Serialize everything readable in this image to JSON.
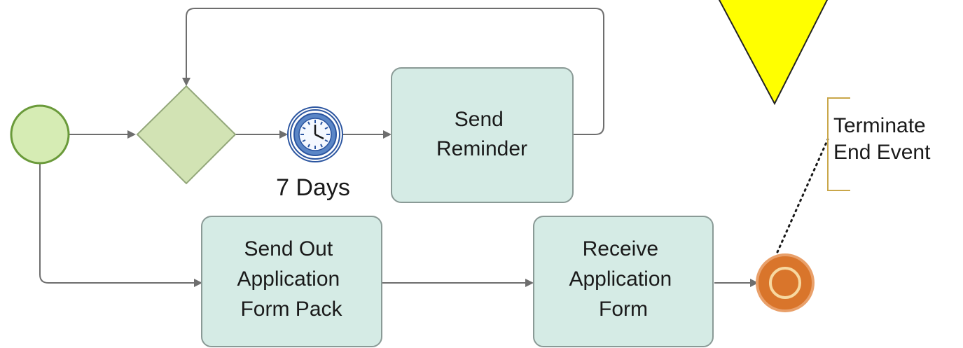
{
  "diagram": {
    "tasks": {
      "send_reminder": {
        "lines": [
          "Send",
          "Reminder"
        ]
      },
      "send_out_pack": {
        "lines": [
          "Send Out",
          "Application",
          "Form Pack"
        ]
      },
      "receive_form": {
        "lines": [
          "Receive",
          "Application",
          "Form"
        ]
      }
    },
    "timer": {
      "label": "7 Days",
      "icon": "clock-icon"
    },
    "annotation": {
      "lines": [
        "Terminate",
        "End Event"
      ]
    },
    "colors": {
      "task_fill": "#d5ebe5",
      "task_stroke": "#8a9a96",
      "gateway_fill": "#d2e3b4",
      "gateway_stroke": "#93a77a",
      "start_fill": "#d6ecb4",
      "start_stroke": "#6a9a3a",
      "end_fill": "#d9752b",
      "end_stroke": "#e9a06a",
      "end_ring": "#f7d8a0",
      "timer_fill": "#5b86c6",
      "timer_stroke": "#2b55a0",
      "flow": "#6e6e6e",
      "callout_fill": "#ffff00",
      "callout_stroke": "#222222",
      "annotation_bracket": "#c9a74a"
    }
  }
}
